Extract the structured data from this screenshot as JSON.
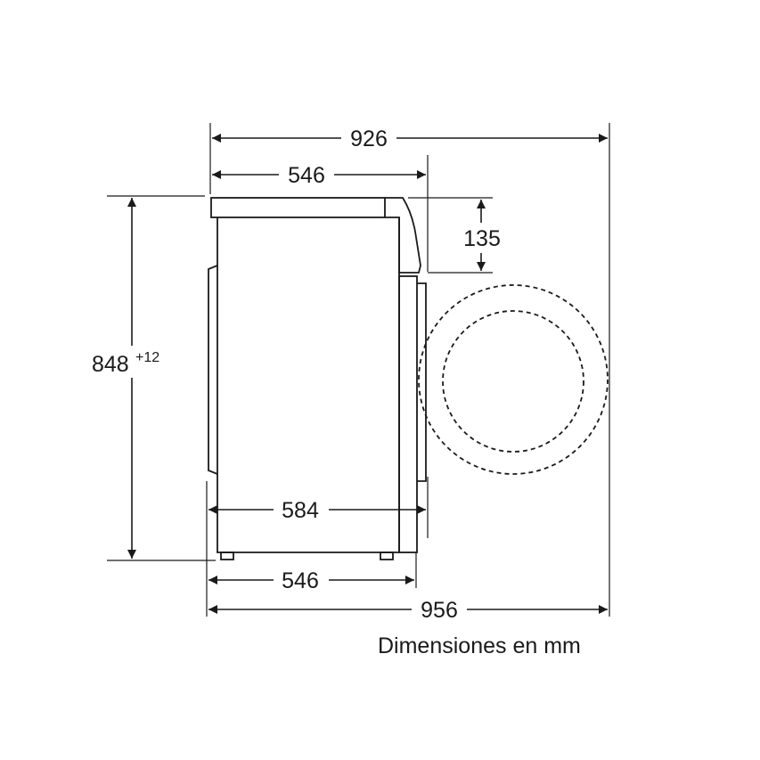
{
  "dimensions": {
    "top_total_depth": "926",
    "top_body_depth": "546",
    "door_height": "135",
    "height_value": "848",
    "height_sup": "+12",
    "bottom_depth_584": "584",
    "bottom_depth_546": "546",
    "bottom_total_depth": "956"
  },
  "caption": "Dimensiones en mm"
}
